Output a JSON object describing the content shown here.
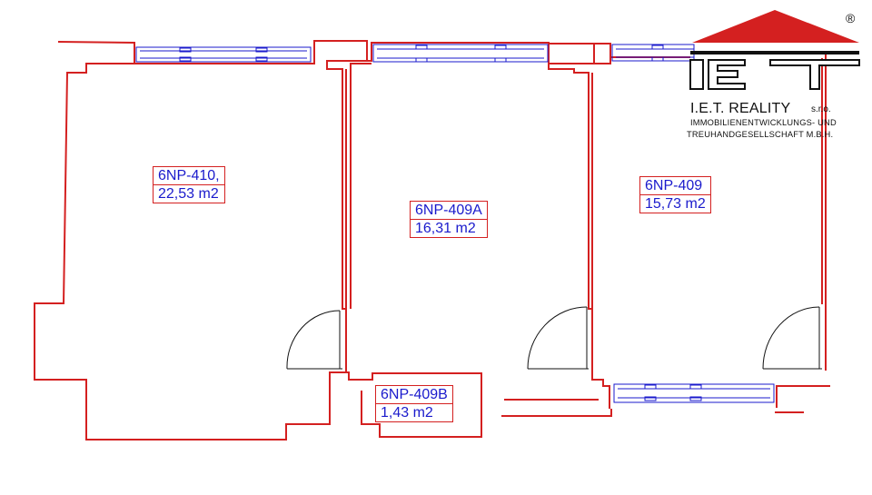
{
  "rooms": [
    {
      "id": "6NP-410,",
      "area": "22,53 m2"
    },
    {
      "id": "6NP-409A",
      "area": "16,31 m2"
    },
    {
      "id": "6NP-409",
      "area": "15,73 m2"
    },
    {
      "id": "6NP-409B",
      "area": "1,43 m2"
    }
  ],
  "logo": {
    "name": "I.E.T. REALITY",
    "suffix": "s.r.o.",
    "line1": "IMMOBILIENENTWICKLUNGS- UND",
    "line2": "TREUHANDGESELLSCHAFT M.B.H.",
    "registered": "®",
    "mark_letters": "IET"
  },
  "colors": {
    "wall": "#d42020",
    "label_text": "#1a1acc",
    "window": "#1a1acc",
    "door": "#111111",
    "logo_roof": "#d42020",
    "logo_text": "#111111"
  }
}
